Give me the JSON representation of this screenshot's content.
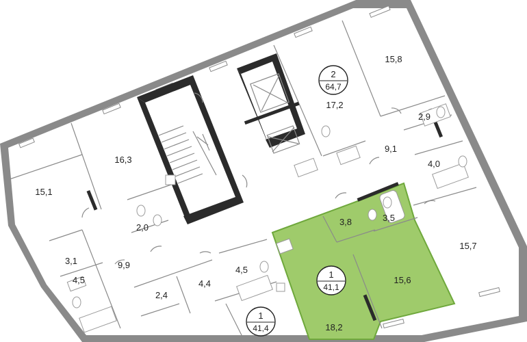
{
  "apartments": [
    {
      "rooms": "2",
      "area": "64,7",
      "highlighted": false
    },
    {
      "rooms": "1",
      "area": "41,1",
      "highlighted": true
    },
    {
      "rooms": "1",
      "area": "41,4",
      "highlighted": false
    }
  ],
  "room_areas": {
    "r158": "15,8",
    "r172": "17,2",
    "r29": "2,9",
    "r91": "9,1",
    "r40": "4,0",
    "r163": "16,3",
    "r151": "15,1",
    "r20": "2,0",
    "r38": "3,8",
    "r35": "3,5",
    "r157": "15,7",
    "r31": "3,1",
    "r99": "9,9",
    "r45a": "4,5",
    "r44": "4,4",
    "r45b": "4,5",
    "r24": "2,4",
    "r156": "15,6",
    "r182": "18,2"
  },
  "colors": {
    "highlight_fill": "#9fcb6b",
    "highlight_stroke": "#6fa83c",
    "wall": "#8a8a8a",
    "dark_wall": "#2b2b2b",
    "badge_fill": "#ffffff"
  }
}
